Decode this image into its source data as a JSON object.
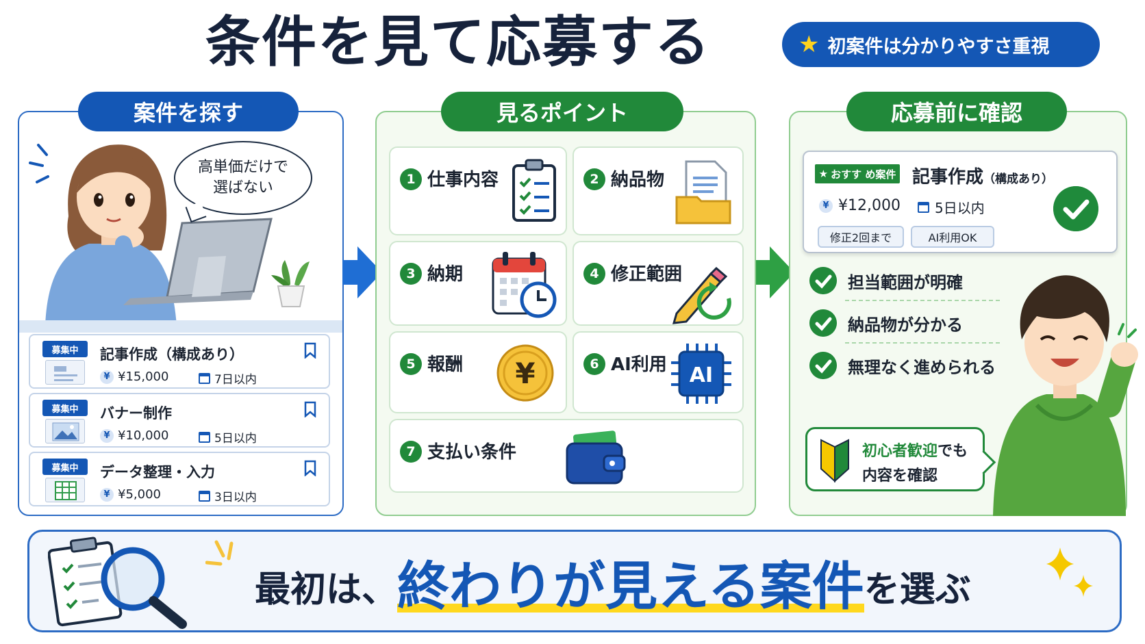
{
  "title": "条件を見て応募する",
  "badge": {
    "text": "初案件は分かりやすさ重視",
    "icon": "star-icon"
  },
  "panel1": {
    "heading": "案件を探す",
    "speech": [
      "高単価だけで",
      "選ばない"
    ],
    "jobs": [
      {
        "tag": "募集中",
        "title": "記事作成（構成あり）",
        "price": "¥15,000",
        "deadline": "7日以内"
      },
      {
        "tag": "募集中",
        "title": "バナー制作",
        "price": "¥10,000",
        "deadline": "5日以内"
      },
      {
        "tag": "募集中",
        "title": "データ整理・入力",
        "price": "¥5,000",
        "deadline": "3日以内"
      }
    ]
  },
  "panel2": {
    "heading": "見るポイント",
    "points": [
      {
        "num": "1",
        "label": "仕事内容"
      },
      {
        "num": "2",
        "label": "納品物"
      },
      {
        "num": "3",
        "label": "納期"
      },
      {
        "num": "4",
        "label": "修正範囲"
      },
      {
        "num": "5",
        "label": "報酬"
      },
      {
        "num": "6",
        "label": "AI利用"
      },
      {
        "num": "7",
        "label": "支払い条件"
      }
    ],
    "yen_symbol": "¥",
    "chip_label": "AI"
  },
  "panel3": {
    "heading": "応募前に確認",
    "recommended": {
      "tag": "おすす め案件",
      "title": "記事作成",
      "title_note": "（構成あり）",
      "price": "¥12,000",
      "deadline": "5日以内",
      "pills": [
        "修正2回まで",
        "AI利用OK"
      ]
    },
    "checks": [
      "担当範囲が明確",
      "納品物が分かる",
      "無理なく進められる"
    ],
    "beginner": {
      "highlight": "初心者歓迎",
      "rest": "でも",
      "line2": "内容を確認"
    }
  },
  "bottom": {
    "pre": "最初は、",
    "emphasis": "終わりが見える案件",
    "post": "を選ぶ"
  },
  "colors": {
    "blue": "#1457b5",
    "green": "#21893a",
    "yellow": "#ffd81e"
  }
}
